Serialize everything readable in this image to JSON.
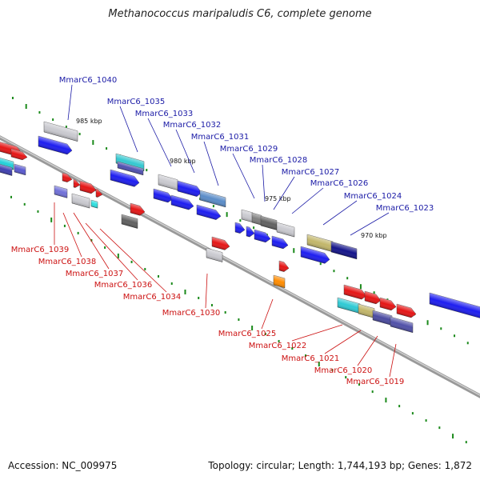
{
  "title": "Methanococcus maripaludis C6, complete genome",
  "footer": {
    "accession": "Accession: NC_009975",
    "summary": "Topology: circular; Length: 1,744,193 bp; Genes: 1,872"
  },
  "colors": {
    "forward_label": "#1a1aa6",
    "reverse_label": "#cc1111",
    "backbone": "#888888",
    "tick": "#1b8a1b"
  },
  "ticks": [
    {
      "label": "985 kbp"
    },
    {
      "label": "980 kbp"
    },
    {
      "label": "975 kbp"
    },
    {
      "label": "970 kbp"
    }
  ],
  "forward_genes": [
    {
      "name": "MmarC6_1040",
      "color": "#c9c9cf"
    },
    {
      "name": "MmarC6_1035",
      "color": "#34c8d0"
    },
    {
      "name": "MmarC6_1033",
      "color": "#c9c9cf"
    },
    {
      "name": "MmarC6_1032",
      "color": "#1d1df0"
    },
    {
      "name": "MmarC6_1031",
      "color": "#5a8cc8"
    },
    {
      "name": "MmarC6_1029",
      "color": "#c9c9cf"
    },
    {
      "name": "MmarC6_1028",
      "color": "#808080"
    },
    {
      "name": "MmarC6_1027",
      "color": "#606060"
    },
    {
      "name": "MmarC6_1026",
      "color": "#c9c9cf"
    },
    {
      "name": "MmarC6_1024",
      "color": "#c2b66a"
    },
    {
      "name": "MmarC6_1023",
      "color": "#14148a"
    }
  ],
  "reverse_genes": [
    {
      "name": "MmarC6_1039",
      "color": "#7070d8"
    },
    {
      "name": "MmarC6_1038",
      "color": "#e51515"
    },
    {
      "name": "MmarC6_1037",
      "color": "#c9c9cf"
    },
    {
      "name": "MmarC6_1036",
      "color": "#2ee0e0"
    },
    {
      "name": "MmarC6_1034",
      "color": "#606060"
    },
    {
      "name": "MmarC6_1030",
      "color": "#c9c9cf"
    },
    {
      "name": "MmarC6_1025",
      "color": "#ff8c00"
    },
    {
      "name": "MmarC6_1022",
      "color": "#2ecad4"
    },
    {
      "name": "MmarC6_1021",
      "color": "#c2b66a"
    },
    {
      "name": "MmarC6_1020",
      "color": "#4a4aa0"
    },
    {
      "name": "MmarC6_1019",
      "color": "#5050a8"
    }
  ]
}
